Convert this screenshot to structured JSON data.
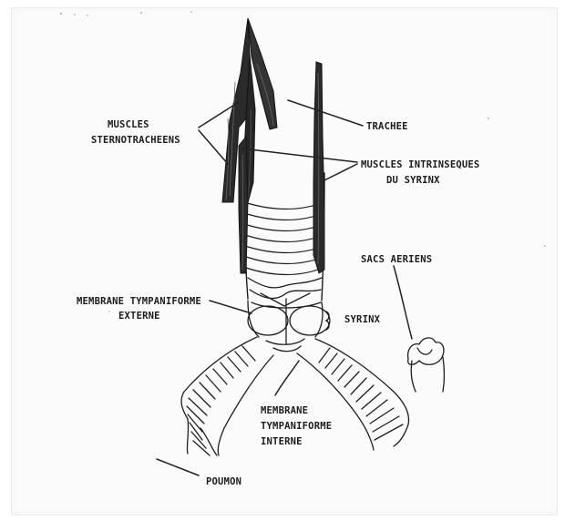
{
  "labels": {
    "muscles_sternotracheens": [
      "MUSCLES",
      "STERNOTRACHEENS"
    ],
    "trachee": "TRACHEE",
    "muscles_intrinseques": [
      "MUSCLES INTRINSEQUES",
      "DU SYRINX"
    ],
    "sacs_aeriens": "SACS AERIENS",
    "membrane_externe": [
      "MEMBRANE TYMPANIFORME",
      "EXTERNE"
    ],
    "syrinx": "SYRINX",
    "membrane_interne": [
      "MEMBRANE",
      "TYMPANIFORME",
      "INTERNE"
    ],
    "poumon": "POUMON"
  },
  "colors": {
    "ink": "#1e1e1e",
    "muscle": "#2b2b2b",
    "paper": "#fbfbfb"
  }
}
